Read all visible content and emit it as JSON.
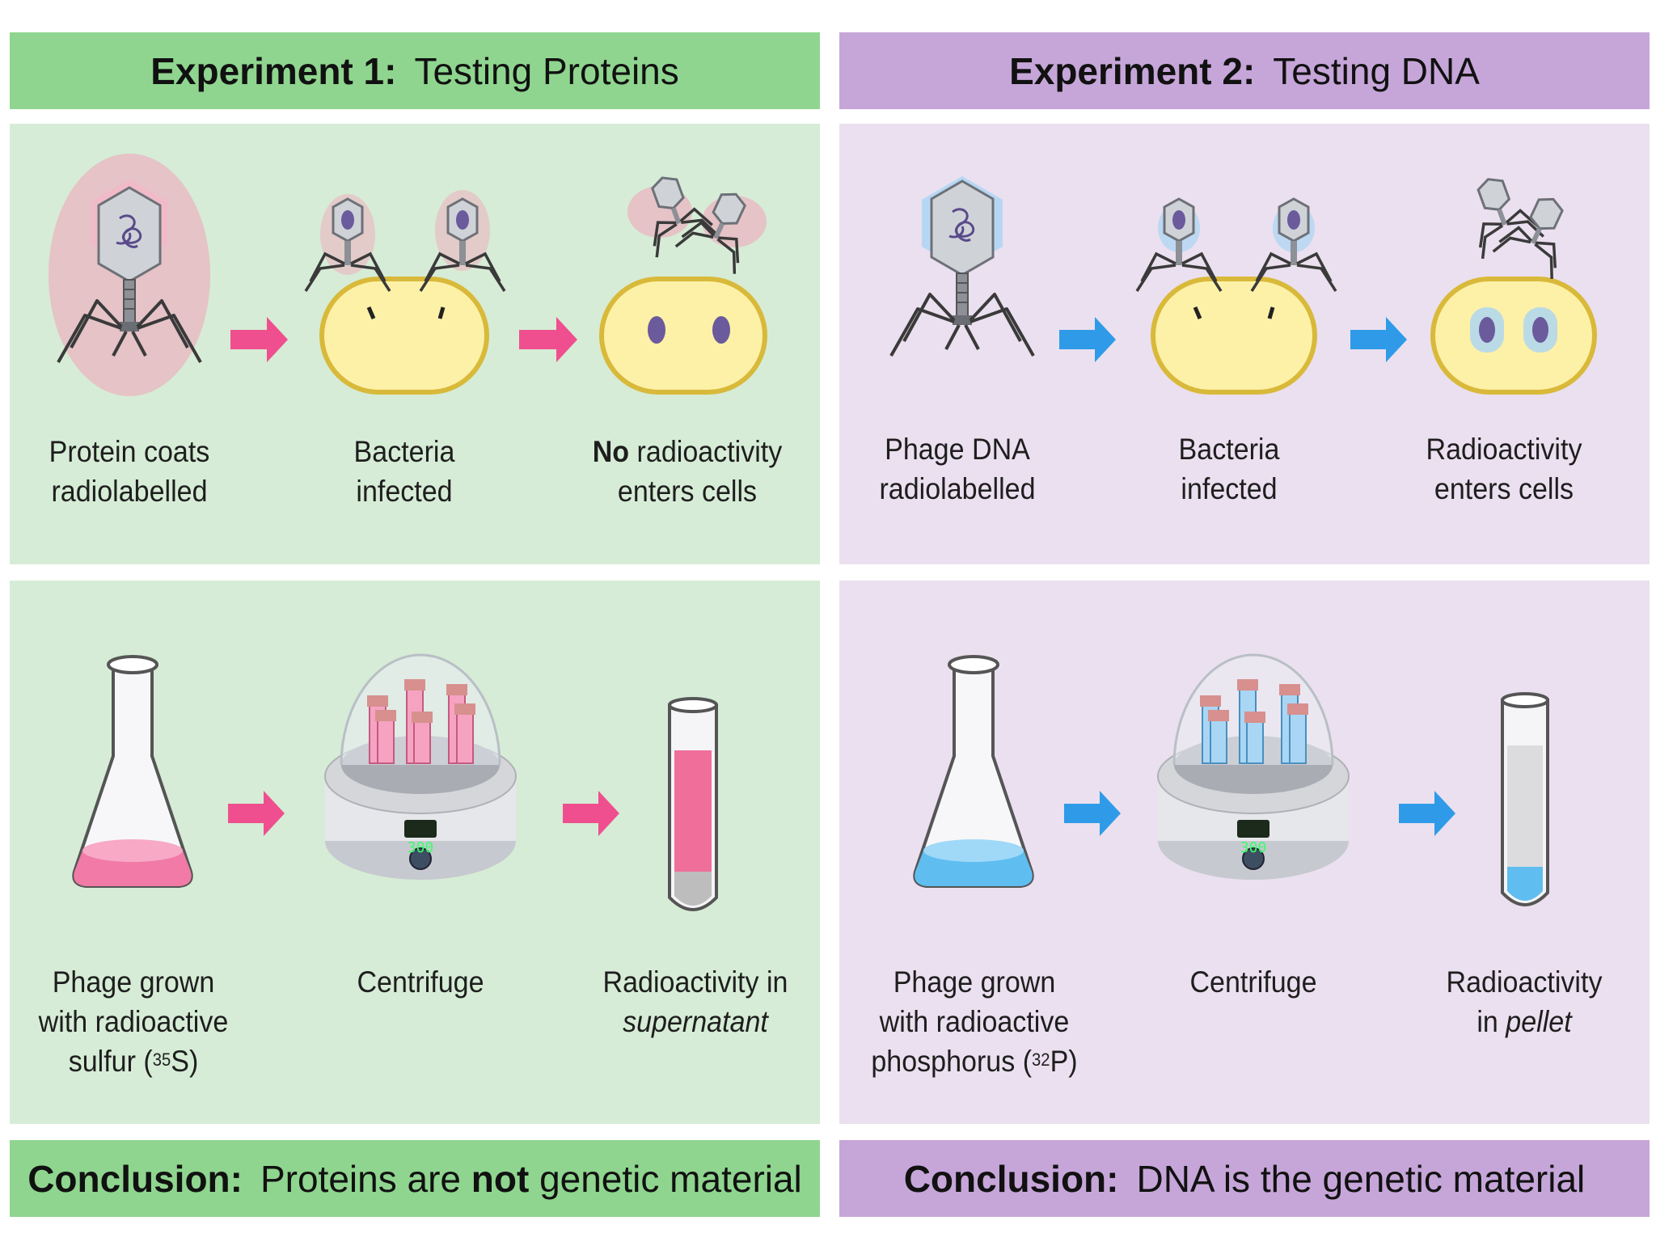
{
  "experiment1": {
    "header_bold": "Experiment 1:",
    "header_text": "Testing Proteins",
    "top": {
      "step1": {
        "line1": "Protein coats",
        "line2": "radiolabelled"
      },
      "step2": {
        "line1": "Bacteria",
        "line2": "infected"
      },
      "step3": {
        "bold": "No",
        "line1_rest": "radioactivity",
        "line2": "enters cells"
      }
    },
    "bottom": {
      "step1": {
        "line1": "Phage grown",
        "line2": "with radioactive",
        "line3_pre": "sulfur (",
        "isotope_mass": "35",
        "isotope_symbol": "S)"
      },
      "step2": {
        "line1": "Centrifuge"
      },
      "step3": {
        "line1": "Radioactivity in",
        "line2": "supernatant"
      },
      "display": "300"
    },
    "conclusion_bold": "Conclusion:",
    "conclusion_pre": "Proteins are",
    "conclusion_emph": "not",
    "conclusion_post": "genetic material"
  },
  "experiment2": {
    "header_bold": "Experiment 2:",
    "header_text": "Testing DNA",
    "top": {
      "step1": {
        "line1": "Phage DNA",
        "line2": "radiolabelled"
      },
      "step2": {
        "line1": "Bacteria",
        "line2": "infected"
      },
      "step3": {
        "line1": "Radioactivity",
        "line2": "enters cells"
      }
    },
    "bottom": {
      "step1": {
        "line1": "Phage grown",
        "line2": "with radioactive",
        "line3_pre": "phosphorus (",
        "isotope_mass": "32",
        "isotope_symbol": "P)"
      },
      "step2": {
        "line1": "Centrifuge"
      },
      "step3": {
        "line1": "Radioactivity",
        "line2_pre": "in",
        "line2_emph": "pellet"
      },
      "display": "300"
    },
    "conclusion_bold": "Conclusion:",
    "conclusion_text": "DNA is the genetic material"
  },
  "colors": {
    "green_header": "#8fd58f",
    "green_panel": "#d6ecd6",
    "purple_header": "#c6a6d9",
    "purple_panel": "#ebe0ef",
    "pink": "#ef4f8f",
    "blue": "#2f9be8",
    "cell_fill": "#fdf1a8",
    "cell_border": "#d9b93a"
  },
  "icons": [
    "bacteriophage-icon",
    "bacterium-icon",
    "arrow-right-icon",
    "flask-icon",
    "centrifuge-icon",
    "test-tube-icon"
  ]
}
